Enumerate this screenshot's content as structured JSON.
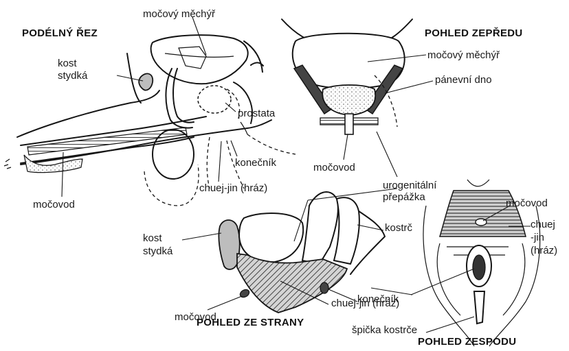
{
  "titles": {
    "sagittal": "PODÉLNÝ ŘEZ",
    "front": "POHLED ZEPŘEDU",
    "side": "POHLED ZE STRANY",
    "below": "POHLED ZESPODU"
  },
  "labels": {
    "bladder_top": "močový měchýř",
    "pubic_bone_1": "kost\nstydká",
    "prostate": "prostata",
    "rectum_1": "konečník",
    "perineum_1": "chuej-jin (hráz)",
    "urethra_1": "močovod",
    "bladder_front": "močový měchýř",
    "pelvic_floor": "pánevní dno",
    "urethra_front": "močovod",
    "urogenital": "urogenitální\npřepážka",
    "coccyx_side": "kostrč",
    "pubic_bone_2": "kost\nstydká",
    "rectum_2": "konečník",
    "urethra_side": "močovod",
    "perineum_2": "chuej-jin (hráz)",
    "urethra_below": "močovod",
    "perineum_below": "chuej\n-jin\n(hráz)",
    "coccyx_tip": "špička kostrče"
  }
}
